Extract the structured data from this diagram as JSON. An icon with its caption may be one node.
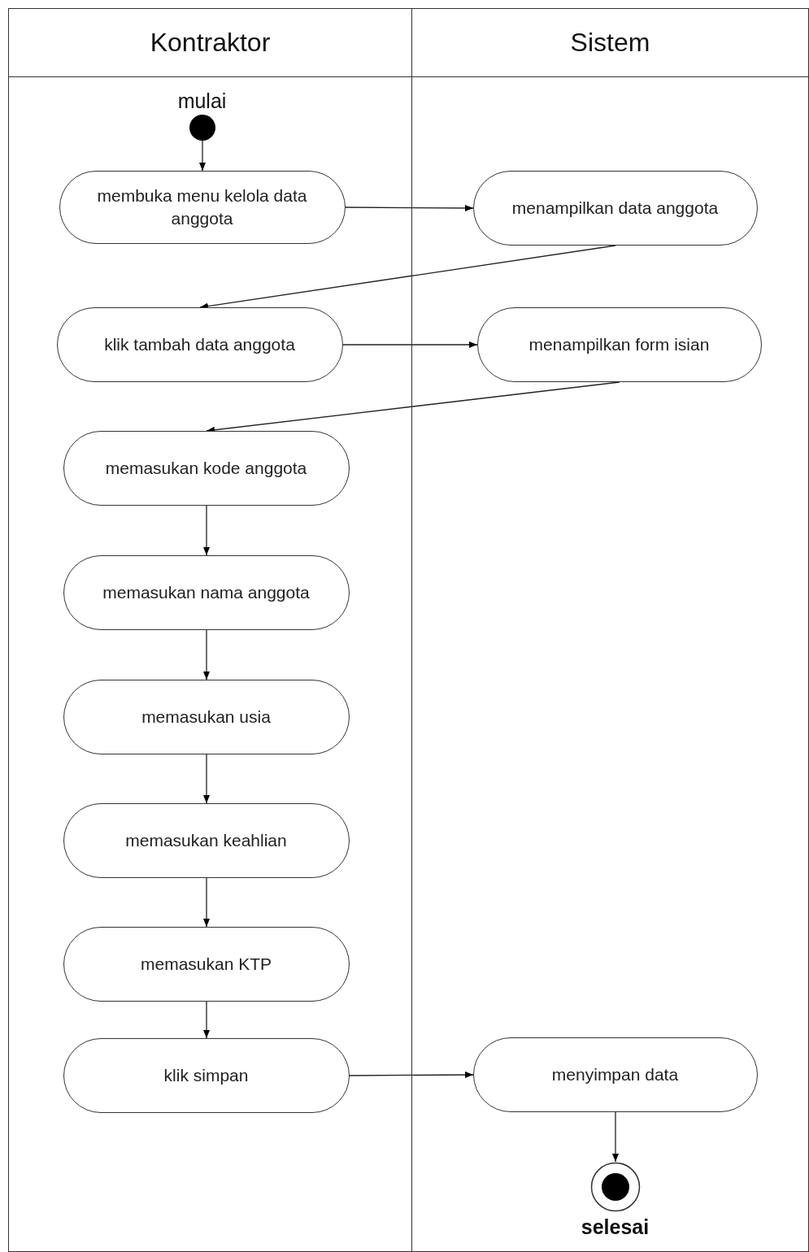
{
  "diagram": {
    "nodes": [
      {
        "text": [
          "Kontraktor"
        ]
      },
      {
        "text": [
          "Sistem"
        ]
      },
      {
        "text": [],
        "shape": "circle",
        "in": 0,
        "beside": [
          "mulai"
        ]
      },
      {
        "text": [
          "membuka menu kelola data anggota"
        ],
        "in": 0
      },
      {
        "text": [
          "menampilkan data anggota"
        ],
        "in": 1
      },
      {
        "text": [
          "klik tambah data anggota"
        ],
        "in": 0
      },
      {
        "text": [
          "menampilkan form isian"
        ],
        "in": 1
      },
      {
        "text": [
          "memasukan kode anggota"
        ],
        "in": 0
      },
      {
        "text": [
          "memasukan nama anggota"
        ],
        "in": 0
      },
      {
        "text": [
          "memasukan usia"
        ],
        "in": 0
      },
      {
        "text": [
          "memasukan keahlian"
        ],
        "in": 0
      },
      {
        "text": [
          "memasukan KTP"
        ],
        "in": 0
      },
      {
        "text": [
          "klik simpan"
        ],
        "in": 0
      },
      {
        "text": [
          "menyimpan data"
        ],
        "in": 1
      },
      {
        "text": [],
        "shape": "circle",
        "in": 1,
        "beside": [
          "selesai"
        ]
      }
    ],
    "edges": [
      {
        "from": 2,
        "to": 3,
        "arrow": "to"
      },
      {
        "from": 3,
        "to": 4,
        "arrow": "to"
      },
      {
        "from": 4,
        "to": 5,
        "arrow": "to"
      },
      {
        "from": 5,
        "to": 6,
        "arrow": "to"
      },
      {
        "from": 6,
        "to": 7,
        "arrow": "to"
      },
      {
        "from": 7,
        "to": 8,
        "arrow": "to"
      },
      {
        "from": 8,
        "to": 9,
        "arrow": "to"
      },
      {
        "from": 9,
        "to": 10,
        "arrow": "to"
      },
      {
        "from": 10,
        "to": 11,
        "arrow": "to"
      },
      {
        "from": 11,
        "to": 12,
        "arrow": "to"
      },
      {
        "from": 12,
        "to": 13,
        "arrow": "to"
      },
      {
        "from": 13,
        "to": 14,
        "arrow": "to"
      }
    ]
  }
}
